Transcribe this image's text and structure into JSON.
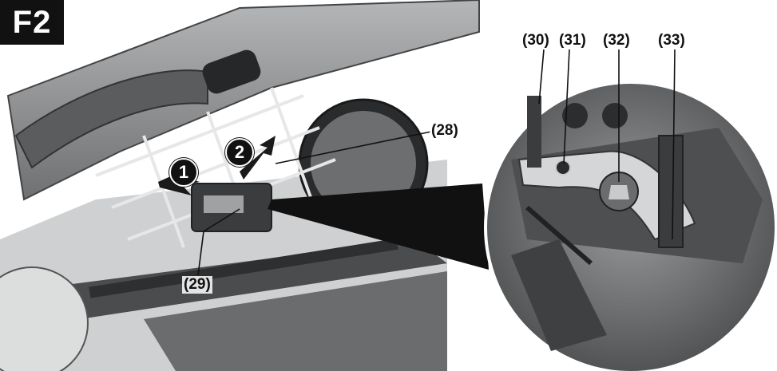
{
  "figure_label": "F2",
  "callouts": {
    "c28": "(28)",
    "c29": "(29)",
    "c30": "(30)",
    "c31": "(31)",
    "c32": "(32)",
    "c33": "(33)"
  },
  "steps": {
    "step1": "1",
    "step2": "2"
  },
  "colors": {
    "badge": "#111111",
    "tool_gray": "#8a8d90",
    "tool_dark": "#3a3c3e"
  }
}
